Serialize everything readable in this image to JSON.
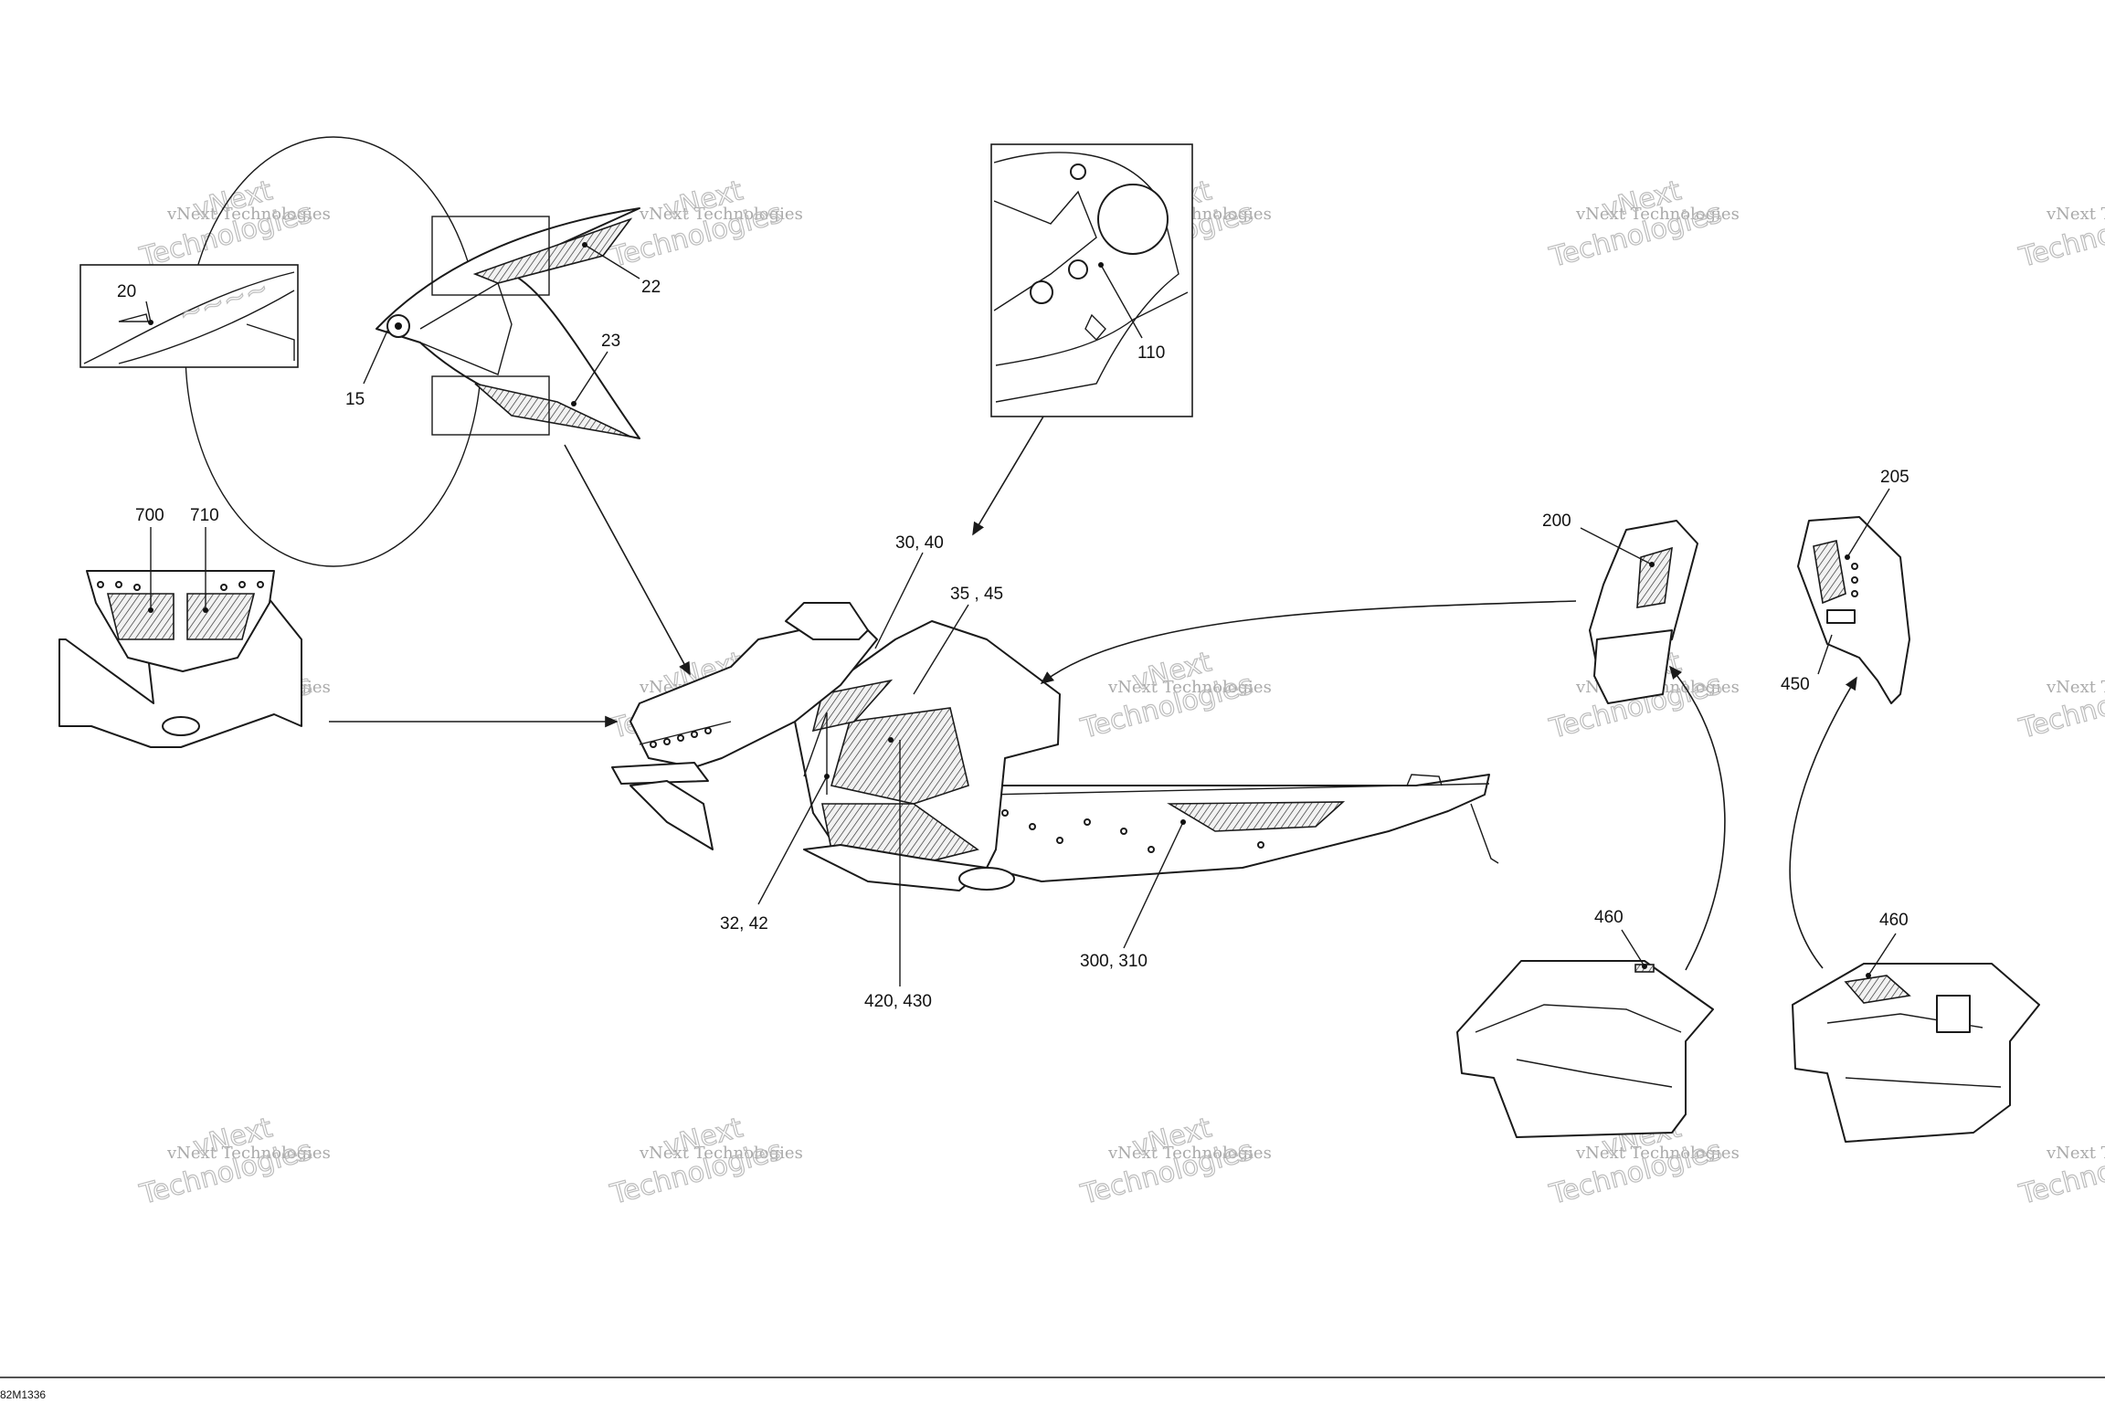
{
  "drawing": {
    "callouts": [
      {
        "key": "c20",
        "label": "20"
      },
      {
        "key": "c22",
        "label": "22"
      },
      {
        "key": "c23",
        "label": "23"
      },
      {
        "key": "c15",
        "label": "15"
      },
      {
        "key": "c110",
        "label": "110"
      },
      {
        "key": "c700",
        "label": "700"
      },
      {
        "key": "c710",
        "label": "710"
      },
      {
        "key": "c3040",
        "label": "30, 40"
      },
      {
        "key": "c3545",
        "label": "35 , 45"
      },
      {
        "key": "c3242",
        "label": "32, 42"
      },
      {
        "key": "c420430",
        "label": "420, 430"
      },
      {
        "key": "c300310",
        "label": "300, 310"
      },
      {
        "key": "c200",
        "label": "200"
      },
      {
        "key": "c205",
        "label": "205"
      },
      {
        "key": "c450",
        "label": "450"
      },
      {
        "key": "c460a",
        "label": "460"
      },
      {
        "key": "c460b",
        "label": "460"
      }
    ],
    "drawing_code": "82M1336"
  },
  "watermark": {
    "line1": "vNext Technologies",
    "line2": "Technologies",
    "line3": "vNext"
  },
  "colors": {
    "line": "#1a1a1a",
    "watermark": "#bdbdbd",
    "background": "#ffffff"
  }
}
